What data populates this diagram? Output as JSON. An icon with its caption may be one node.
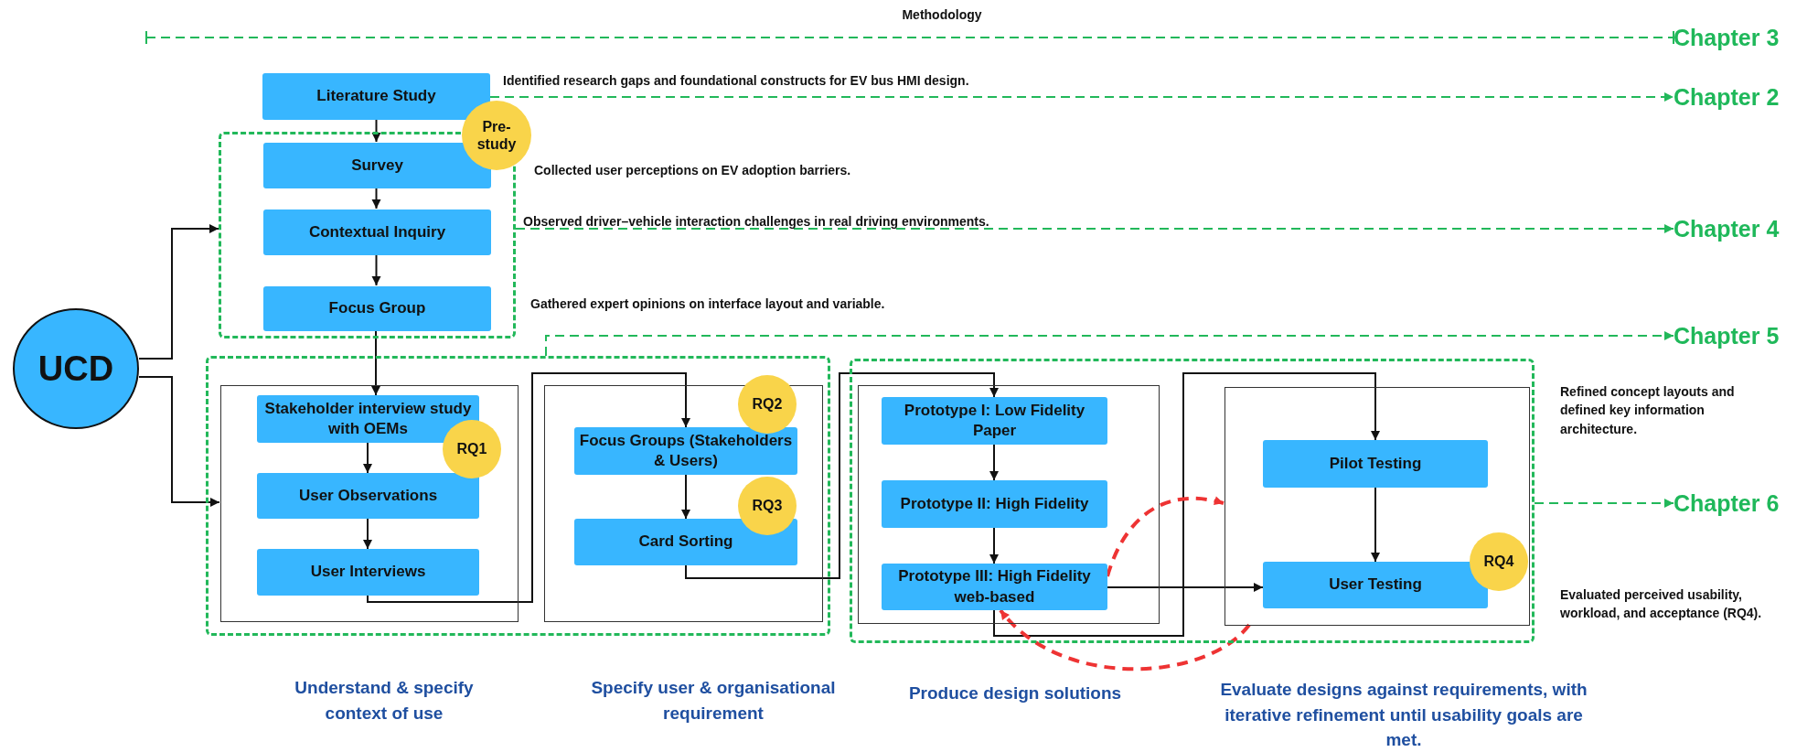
{
  "diagram": {
    "nodes": [
      {
        "text": [
          "Chapter 3"
        ]
      },
      {
        "text": [
          "Literature Study"
        ],
        "beside": [
          "Identified research gaps and foundational constructs for EV bus HMI design."
        ]
      },
      {
        "text": [
          "Chapter 2"
        ]
      },
      {
        "text": [],
        "shape": "box"
      },
      {
        "text": [
          "Survey"
        ],
        "in": 3
      },
      {
        "text": [
          "Contextual Inquiry"
        ],
        "in": 3,
        "beside": [
          "Observed driver–vehicle interaction challenges in real driving environments."
        ]
      },
      {
        "text": [
          "Focus Group"
        ],
        "in": 3,
        "beside": [
          "Gathered expert opinions on interface layout and variable."
        ]
      },
      {
        "text": [
          "Pre-study"
        ]
      },
      {
        "text": [
          "Chapter 4"
        ]
      },
      {
        "text": [
          "UCD"
        ]
      },
      {
        "text": [
          "Chapter 5"
        ]
      },
      {
        "text": [],
        "shape": "box"
      },
      {
        "text": [],
        "shape": "box",
        "in": 11,
        "beside": [
          "Understand & specify context of use"
        ]
      },
      {
        "text": [
          "Stakeholder interview study with OEMs"
        ],
        "in": 12
      },
      {
        "text": [
          "RQ1"
        ],
        "in": 12
      },
      {
        "text": [
          "User Observations"
        ],
        "in": 12
      },
      {
        "text": [
          "User Interviews"
        ],
        "in": 12
      },
      {
        "text": [],
        "shape": "box",
        "in": 11,
        "beside": [
          "Specify user & organisational requirement"
        ]
      },
      {
        "text": [
          "RQ2"
        ],
        "in": 17
      },
      {
        "text": [
          "Focus Groups (Stakeholders & Users)"
        ],
        "in": 17
      },
      {
        "text": [
          "RQ3"
        ],
        "in": 17
      },
      {
        "text": [
          "Card Sorting"
        ],
        "in": 17
      },
      {
        "text": [],
        "shape": "box"
      },
      {
        "text": [],
        "shape": "box",
        "in": 22,
        "beside": [
          "Produce design solutions"
        ]
      },
      {
        "text": [
          "Prototype I: Low Fidelity Paper"
        ],
        "in": 23
      },
      {
        "text": [
          "Prototype II: High Fidelity"
        ],
        "in": 23
      },
      {
        "text": [
          "Prototype III: High Fidelity web-based"
        ],
        "in": 23
      },
      {
        "text": [],
        "shape": "box",
        "in": 22,
        "beside": [
          "Evaluate designs against requirements, with iterative refinement until usability goals are met."
        ]
      },
      {
        "text": [
          "Pilot Testing"
        ],
        "in": 27
      },
      {
        "text": [
          "User Testing"
        ],
        "in": 27
      },
      {
        "text": [
          "RQ4"
        ],
        "in": 27
      },
      {
        "text": [
          "Chapter 6"
        ]
      }
    ],
    "edges": [
      {
        "from": null,
        "to": 0,
        "arrow": "other",
        "style": "dashed",
        "color": "#22b85a"
      },
      {
        "from": 1,
        "to": 2,
        "arrow": "to",
        "style": "dashed",
        "color": "#22b85a"
      },
      {
        "from": 1,
        "to": 4,
        "arrow": "to"
      },
      {
        "from": 4,
        "to": 5,
        "arrow": "to"
      },
      {
        "from": 5,
        "to": 6,
        "arrow": "to"
      },
      {
        "from": 3,
        "to": 8,
        "arrow": "to",
        "style": "dashed",
        "color": "#22b85a"
      },
      {
        "from": 9,
        "to": 3,
        "arrow": "to"
      },
      {
        "from": 9,
        "to": 12,
        "arrow": "to"
      },
      {
        "from": 6,
        "to": 13,
        "arrow": "to"
      },
      {
        "from": 11,
        "to": 10,
        "arrow": "to",
        "style": "dashed",
        "color": "#22b85a"
      },
      {
        "from": 13,
        "to": 15,
        "arrow": "to"
      },
      {
        "from": 15,
        "to": 16,
        "arrow": "to"
      },
      {
        "from": 16,
        "to": 19,
        "arrow": "to"
      },
      {
        "from": 19,
        "to": 21,
        "arrow": "to"
      },
      {
        "from": 21,
        "to": 24,
        "arrow": "to"
      },
      {
        "from": 24,
        "to": 25,
        "arrow": "to"
      },
      {
        "from": 25,
        "to": 26,
        "arrow": "to"
      },
      {
        "from": 26,
        "to": 28,
        "arrow": "to"
      },
      {
        "from": 26,
        "to": 29,
        "arrow": "to"
      },
      {
        "from": 28,
        "to": 29,
        "arrow": "to"
      },
      {
        "from": 26,
        "to": 27,
        "arrow": "to",
        "style": "dashed",
        "color": "#ee3333"
      },
      {
        "from": 27,
        "to": 26,
        "arrow": "to",
        "style": "dashed",
        "color": "#ee3333"
      },
      {
        "from": 22,
        "to": 31,
        "arrow": "to",
        "style": "dashed",
        "color": "#22b85a"
      }
    ],
    "labels": [
      "Methodology",
      "Collected user perceptions on EV adoption barriers.",
      "Refined concept layouts and defined key information architecture.",
      "Evaluated perceived usability, workload, and acceptance (RQ4)."
    ]
  }
}
